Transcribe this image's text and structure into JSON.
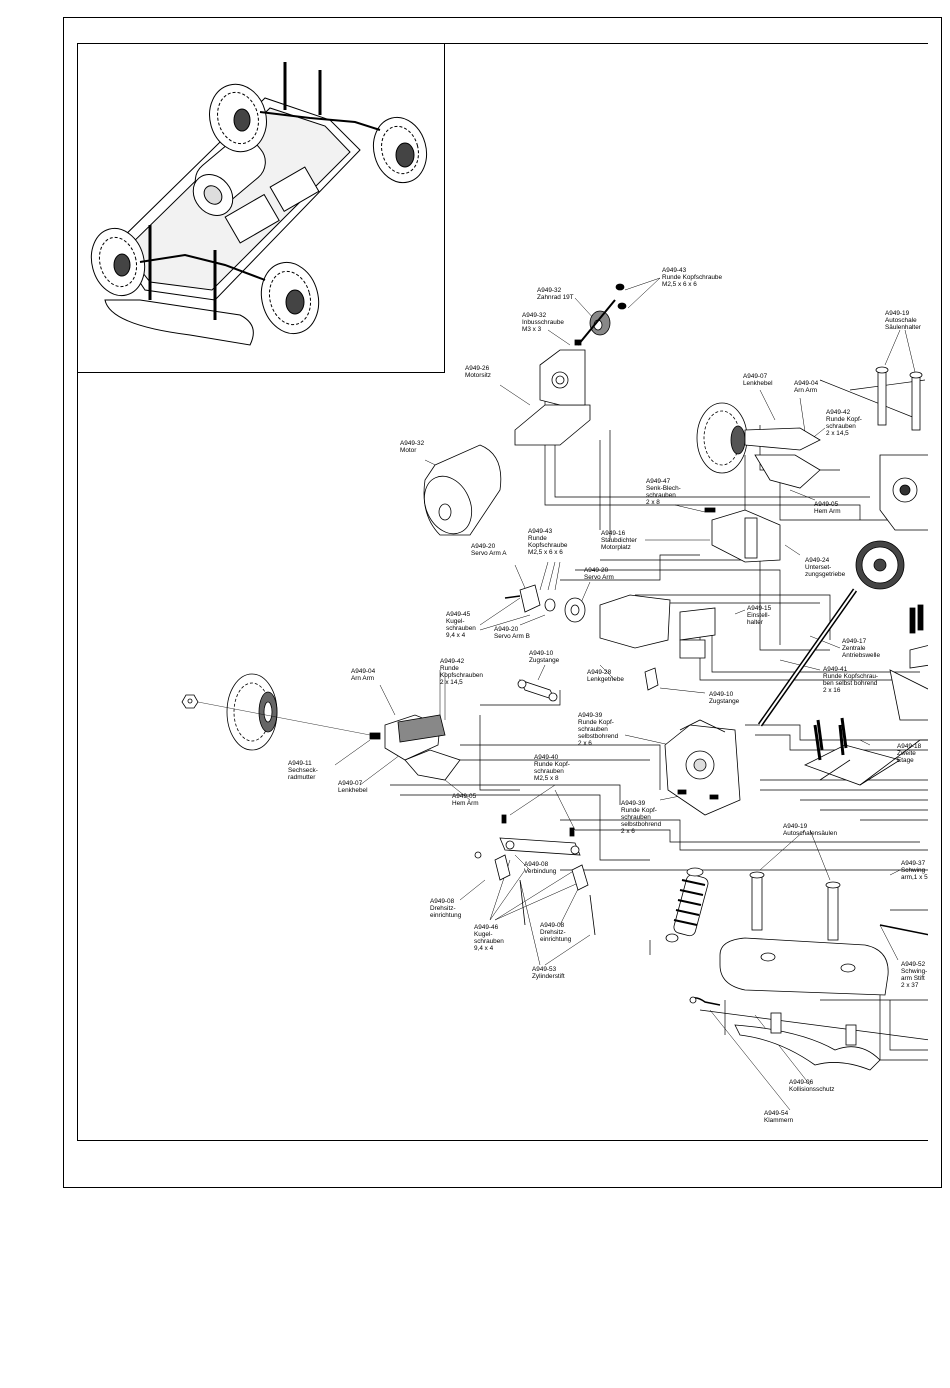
{
  "labels": [
    {
      "id": "l1",
      "text": "A949-43\nRunde Kopfschraube\nM2,5 x 6 x 6"
    },
    {
      "id": "l2",
      "text": "A949-32\nZahnrad 19T"
    },
    {
      "id": "l3",
      "text": "A949-32\nInbusschraube\nM3 x 3"
    },
    {
      "id": "l4",
      "text": "A949-26\nMotorsitz"
    },
    {
      "id": "l5",
      "text": "A949-32\nMotor"
    },
    {
      "id": "l6",
      "text": "A949-19\nAutoschale\nSäulenhalter"
    },
    {
      "id": "l7",
      "text": "A949-07\nLenkhebel"
    },
    {
      "id": "l8",
      "text": "A949-04\nArn Arm"
    },
    {
      "id": "l9",
      "text": "A949-42\nRunde Kopf-\nschrauben\n2 x 14,5"
    },
    {
      "id": "l10",
      "text": "A949-05\nHem Arm"
    },
    {
      "id": "l11",
      "text": "A949-47\nSenk-Blech-\nschrauben\n2 x 8"
    },
    {
      "id": "l12",
      "text": "A949-16\nStaubdichter\nMotorplatz"
    },
    {
      "id": "l13",
      "text": "A949-24\nUnterset-\nzungsgetriebe"
    },
    {
      "id": "l14",
      "text": "A949-43\nRunde\nKopfschraube\nM2,5 x 6 x 6"
    },
    {
      "id": "l15",
      "text": "A949-20\nServo Arm A"
    },
    {
      "id": "l16",
      "text": "A949-20\nServo Arm"
    },
    {
      "id": "l17",
      "text": "A949-15\nEinstell-\nhalter"
    },
    {
      "id": "l18",
      "text": "A949-45\nKugel-\nschrauben\n9,4 x 4"
    },
    {
      "id": "l19",
      "text": "A949-20\nServo Arm B"
    },
    {
      "id": "l20",
      "text": "A949-17\nZentrale\nAntriebswelle"
    },
    {
      "id": "l21",
      "text": "A949-10\nZugstange"
    },
    {
      "id": "l22",
      "text": "A949-41\nRunde Kopfschrau-\nben selbst bohrend\n2 x 16"
    },
    {
      "id": "l23",
      "text": "A949-04\nArn Arm"
    },
    {
      "id": "l24",
      "text": "A949-42\nRunde\nKopfschrauben\n2 x 14,5"
    },
    {
      "id": "l25",
      "text": "A949-28\nLenkgetriebe"
    },
    {
      "id": "l26",
      "text": "A949-10\nZugstange"
    },
    {
      "id": "l27",
      "text": "A949-39\nRunde Kopf-\nschrauben\nselbstbohrend\n2 x 6"
    },
    {
      "id": "l28",
      "text": "A949-18\nZweite\nEtage"
    },
    {
      "id": "l29",
      "text": "A949-11\nSechseck-\nradmutter"
    },
    {
      "id": "l30",
      "text": "A949-07\nLenkhebel"
    },
    {
      "id": "l31",
      "text": "A949-40\nRunde Kopf-\nschrauben\nM2,5 x 8"
    },
    {
      "id": "l32",
      "text": "A949-05\nHem Arm"
    },
    {
      "id": "l33",
      "text": "A949-39\nRunde Kopf-\nschrauben\nselbstbohrend\n2 x 6"
    },
    {
      "id": "l34",
      "text": "A949-19\nAutoschalensäulen"
    },
    {
      "id": "l35",
      "text": "A949-37\nSchwing\narm,1 x 5"
    },
    {
      "id": "l36",
      "text": "A949-08\nVerbindung"
    },
    {
      "id": "l37",
      "text": "A949-08\nDrehsitz-\neinrichtung"
    },
    {
      "id": "l38",
      "text": "A949-46\nKugel-\nschrauben\n9,4 x 4"
    },
    {
      "id": "l39",
      "text": "A949-08\nDrehsitz-\neinrichtung"
    },
    {
      "id": "l40",
      "text": "A949-53\nZylinderstift"
    },
    {
      "id": "l41",
      "text": "A949-52\nSchwing-\narm Stift\n2 x 37"
    },
    {
      "id": "l42",
      "text": "A949-06\nKollisionsschutz"
    },
    {
      "id": "l43",
      "text": "A949-54\nKlammern"
    }
  ]
}
